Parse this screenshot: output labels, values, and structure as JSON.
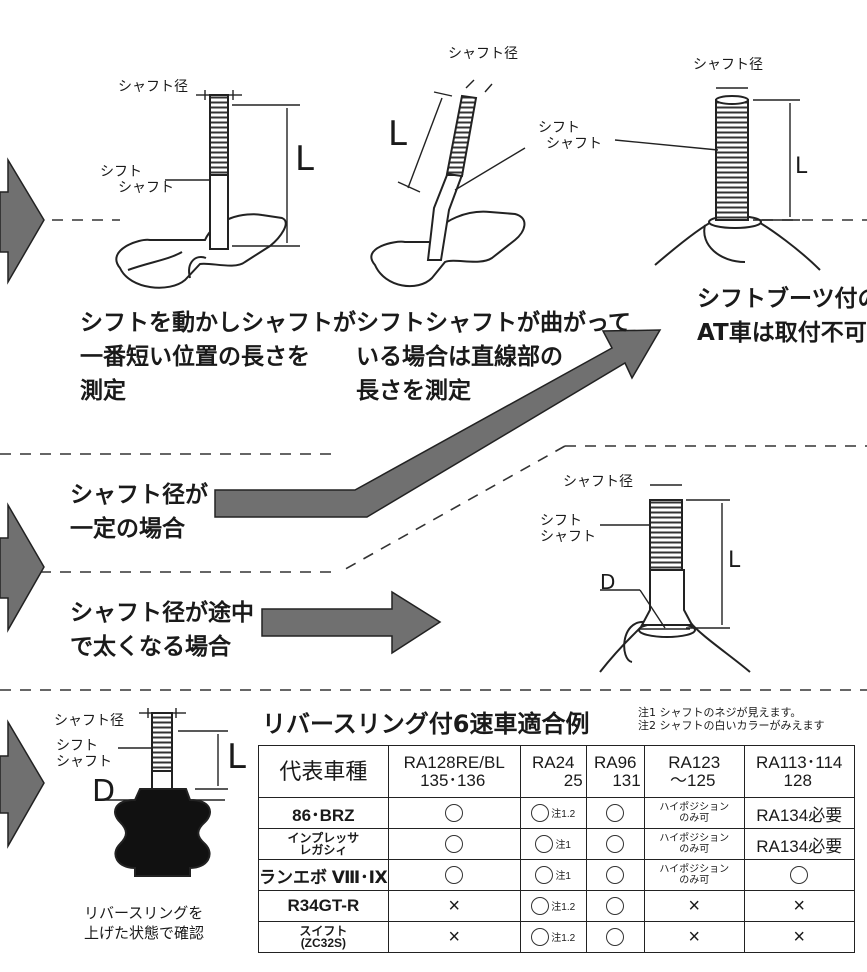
{
  "labels": {
    "shaft_dia": "シャフト径",
    "shift_shaft_1": "シフト",
    "shift_shaft_2": "シャフト",
    "L": "L",
    "D": "D"
  },
  "captions": {
    "left": [
      "シフトを動かしシャフトが",
      "一番短い位置の長さを",
      "測定"
    ],
    "center": [
      "シフトシャフトが曲がって",
      "いる場合は直線部の",
      "長さを測定"
    ],
    "right": [
      "シフトブーツ付の",
      "AT車は取付不可"
    ],
    "constant": [
      "シャフト径が",
      "一定の場合"
    ],
    "thicker": [
      "シャフト径が途中",
      "で太くなる場合"
    ],
    "reverse": [
      "リバースリングを",
      "上げた状態で確認"
    ]
  },
  "table": {
    "title": "リバースリング付6速車適合例",
    "notes": [
      "注1 シャフトのネジが見えます。",
      "注2 シャフトの白いカラーがみえます"
    ],
    "headers": [
      [
        "代表車種"
      ],
      [
        "RA128RE/BL",
        "135･136"
      ],
      [
        "RA24",
        "25"
      ],
      [
        "RA96",
        "131"
      ],
      [
        "RA123",
        "～125"
      ],
      [
        "RA113･114",
        "128"
      ]
    ],
    "rows": [
      {
        "car": "86･BRZ",
        "cells": [
          "○",
          "○注1.2",
          "○",
          "ハイポジション|のみ可",
          "RA134必要"
        ]
      },
      {
        "car": "インプレッサ|レガシィ",
        "cells": [
          "○",
          "○注1",
          "○",
          "ハイポジション|のみ可",
          "RA134必要"
        ]
      },
      {
        "car": "ランエボ Ⅷ･Ⅸ",
        "cells": [
          "○",
          "○注1",
          "○",
          "ハイポジション|のみ可",
          "○"
        ]
      },
      {
        "car": "R34GT-R",
        "cells": [
          "×",
          "○注1.2",
          "○",
          "×",
          "×"
        ]
      },
      {
        "car": "スイフト|(ZC32S)",
        "cells": [
          "×",
          "○注1.2",
          "○",
          "×",
          "×"
        ]
      }
    ]
  },
  "colors": {
    "arrow_gray": "#707070",
    "line": "#222222"
  }
}
